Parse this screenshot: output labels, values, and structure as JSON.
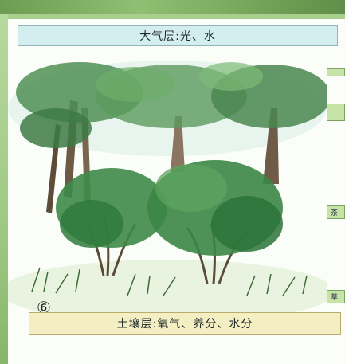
{
  "atmosphere_layer": {
    "label": "大气层:光、水"
  },
  "soil_layer": {
    "label": "土壤层:氧气、养分、水分"
  },
  "figure_number": "⑥",
  "side_tags": {
    "shrub_partial": "茶",
    "herb_partial": "草"
  },
  "colors": {
    "atmosphere_banner": "#d4eef0",
    "soil_banner": "#f4efc2",
    "tag": "#c6e3a8",
    "border": "#a9cf8e"
  }
}
